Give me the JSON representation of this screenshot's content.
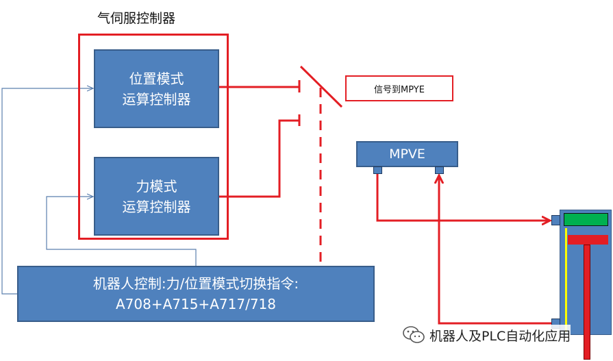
{
  "title": "气伺服控制器",
  "position_block": {
    "line1": "位置模式",
    "line2": "运算控制器"
  },
  "force_block": {
    "line1": "力模式",
    "line2": "运算控制器"
  },
  "signal_label": "信号到MPYE",
  "valve_label": "MPVE",
  "robot_block": {
    "line1": "机器人控制:力/位置模式切换指令:",
    "line2": "A708+A715+A717/718"
  },
  "watermark": "机器人及PLC自动化应用",
  "colors": {
    "signal_red": "#e31e24",
    "block_blue": "#4f81bd",
    "feedback_line": "#5b7fae",
    "piston_green": "#00b050"
  },
  "icons": [
    "wechat-icon"
  ]
}
